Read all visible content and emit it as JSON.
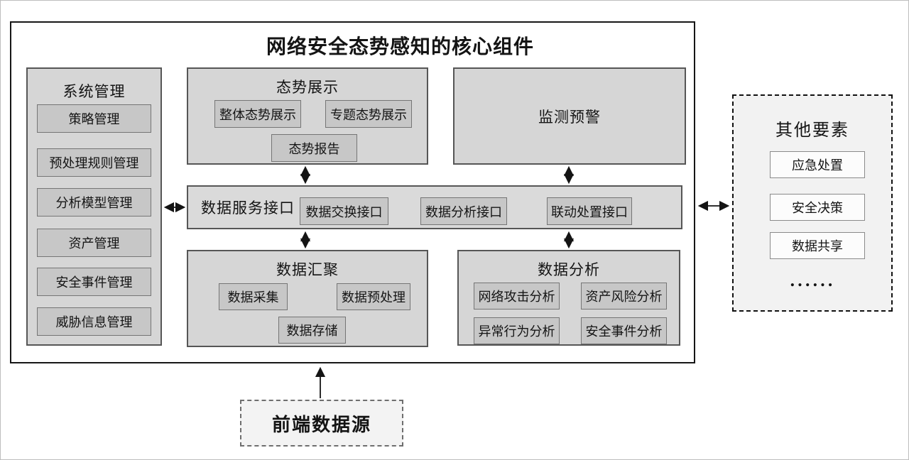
{
  "diagram": {
    "title": "网络安全态势感知的核心组件",
    "system_management": {
      "title": "系统管理",
      "items": [
        "策略管理",
        "预处理规则管理",
        "分析模型管理",
        "资产管理",
        "安全事件管理",
        "威胁信息管理"
      ]
    },
    "situation_display": {
      "title": "态势展示",
      "items": [
        "整体态势展示",
        "专题态势展示",
        "态势报告"
      ]
    },
    "monitoring_warning": {
      "title": "监测预警"
    },
    "data_service_interface": {
      "title": "数据服务接口",
      "items": [
        "数据交换接口",
        "数据分析接口",
        "联动处置接口"
      ]
    },
    "data_aggregation": {
      "title": "数据汇聚",
      "items": [
        "数据采集",
        "数据预处理",
        "数据存储"
      ]
    },
    "data_analysis": {
      "title": "数据分析",
      "items": [
        "网络攻击分析",
        "资产风险分析",
        "异常行为分析",
        "安全事件分析"
      ]
    },
    "other_elements": {
      "title": "其他要素",
      "items": [
        "应急处置",
        "安全决策",
        "数据共享"
      ],
      "ellipsis": "......"
    },
    "frontend_data_source": {
      "title": "前端数据源"
    },
    "connections": [
      "态势展示 ↔ 数据服务接口",
      "监测预警 ↔ 数据服务接口",
      "数据服务接口 ↔ 数据汇聚",
      "数据服务接口 ↔ 数据分析",
      "系统管理 ↔ 数据服务接口",
      "核心组件 ↔ 其他要素",
      "前端数据源 → 核心组件"
    ],
    "colors": {
      "section_fill": "#d6d6d6",
      "item_fill": "#c7c7c7",
      "bar_fill": "#dadada",
      "dashed_fill": "#f2f2f2",
      "white_item_fill": "#fcfcfc",
      "line": "#141414"
    }
  }
}
